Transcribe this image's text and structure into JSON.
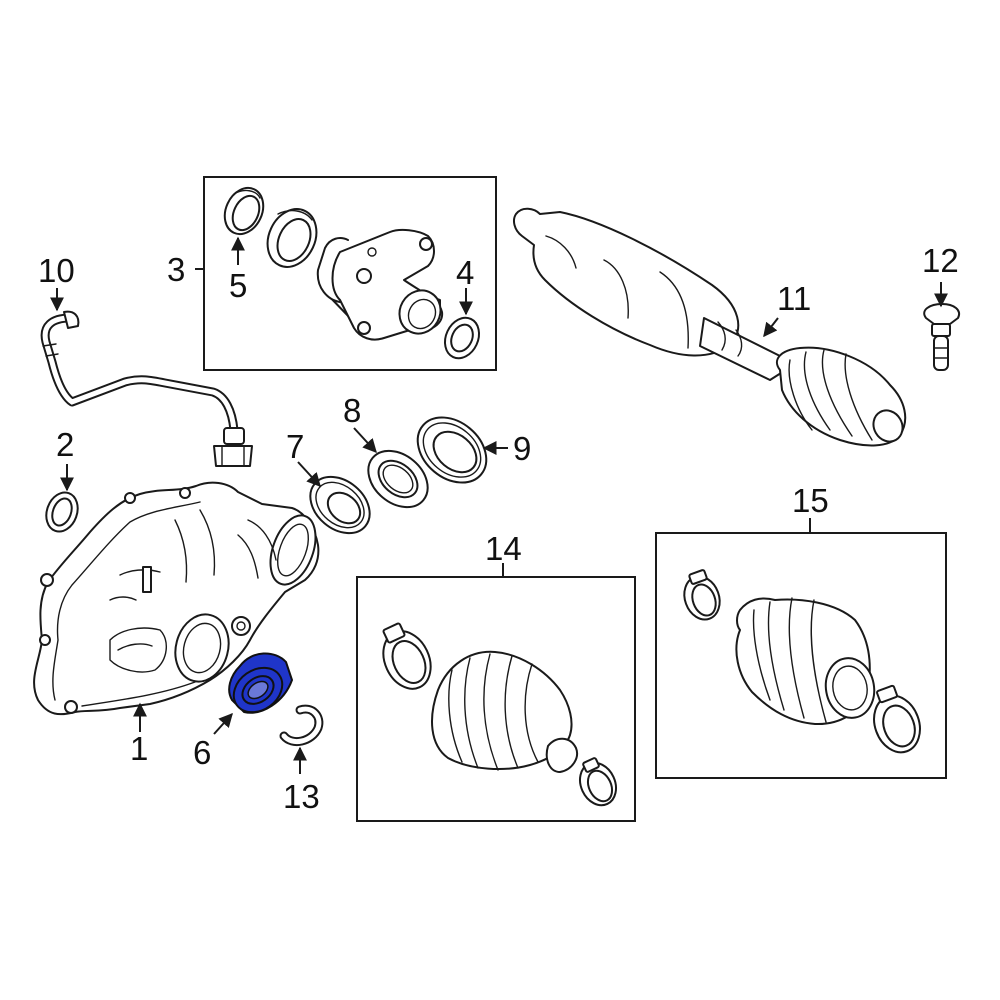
{
  "highlight_color": "#1f35c9",
  "highlighted_part": "6",
  "callouts": {
    "c1": "1",
    "c2": "2",
    "c3": "3",
    "c4": "4",
    "c5": "5",
    "c6": "6",
    "c7": "7",
    "c8": "8",
    "c9": "9",
    "c10": "10",
    "c11": "11",
    "c12": "12",
    "c13": "13",
    "c14": "14",
    "c15": "15"
  }
}
